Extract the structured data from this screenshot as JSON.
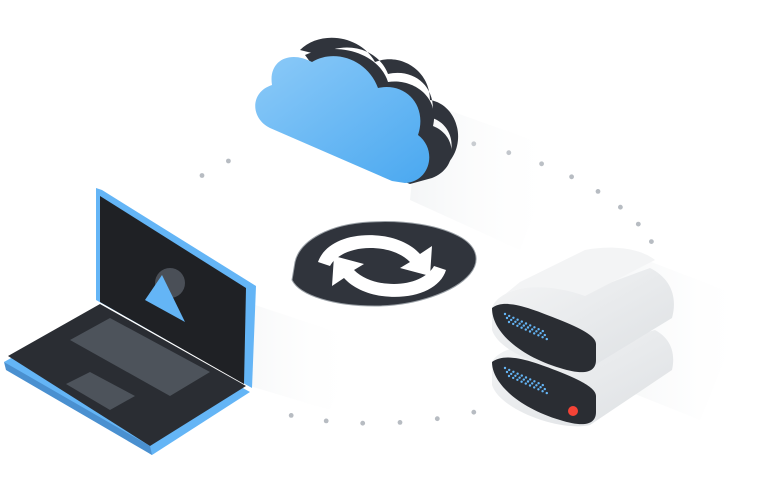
{
  "diagram": {
    "nodes": [
      {
        "id": "cloud",
        "icon": "cloud-icon"
      },
      {
        "id": "laptop",
        "icon": "laptop-icon"
      },
      {
        "id": "server",
        "icon": "server-icon"
      }
    ],
    "center_icon": "sync-icon",
    "connector_style": "dotted",
    "colors": {
      "background": "#ffffff",
      "cloud_face": "#64b5f6",
      "cloud_side": "#30343c",
      "laptop_accent": "#64b5f6",
      "laptop_body": "#2a2d33",
      "laptop_screen": "#1f2125",
      "server_body": "#eceef0",
      "server_front": "#2a2d33",
      "server_led_dots": "#64b5f6",
      "server_power_led": "#f44336",
      "sync_badge": "#30343c",
      "sync_arrows": "#ffffff",
      "dots": "#b7bcc2",
      "shadow": "#eef0f2"
    }
  }
}
